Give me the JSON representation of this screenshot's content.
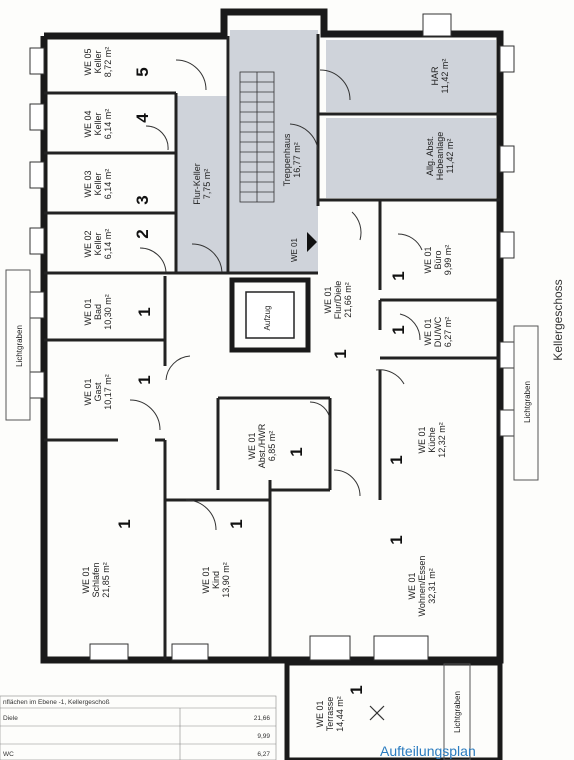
{
  "title": "Kellergeschoss",
  "footer": "Aufteilungsplan",
  "table_heading": "nflächen im Ebene -1, Kellergeschoß",
  "table_rows": [
    {
      "name": "Diele",
      "value": "21,66"
    },
    {
      "name": "",
      "value": "9,99"
    },
    {
      "name": "WC",
      "value": "6,27"
    }
  ],
  "labels": {
    "lichtgraben": "Lichtgraben",
    "aufzug": "Aufzug",
    "we01": "WE 01"
  },
  "rooms": [
    {
      "id": "we05",
      "unit": "WE 05",
      "name": "Keller",
      "area": "8,72 m²",
      "num": "5"
    },
    {
      "id": "we04",
      "unit": "WE 04",
      "name": "Keller",
      "area": "6,14 m²",
      "num": "4"
    },
    {
      "id": "we03",
      "unit": "WE 03",
      "name": "Keller",
      "area": "6,14 m²",
      "num": "3"
    },
    {
      "id": "we02",
      "unit": "WE 02",
      "name": "Keller",
      "area": "6,14 m²",
      "num": "2"
    },
    {
      "id": "flurkeller",
      "unit": "",
      "name": "Flur-Keller",
      "area": "7,75 m²",
      "num": ""
    },
    {
      "id": "treppenhaus",
      "unit": "",
      "name": "Treppenhaus",
      "area": "16,77 m²",
      "num": ""
    },
    {
      "id": "har",
      "unit": "",
      "name": "HAR",
      "area": "11,42 m²",
      "num": ""
    },
    {
      "id": "hebe",
      "unit": "Allg. Abst.",
      "name": "Hebeanlage",
      "area": "11,42 m²",
      "num": ""
    },
    {
      "id": "bad",
      "unit": "WE 01",
      "name": "Bad",
      "area": "10,30 m²",
      "num": "1"
    },
    {
      "id": "gast",
      "unit": "WE 01",
      "name": "Gast",
      "area": "10,17 m²",
      "num": "1"
    },
    {
      "id": "flur",
      "unit": "WE 01",
      "name": "Flur/Diele",
      "area": "21,66 m²",
      "num": "1"
    },
    {
      "id": "buero",
      "unit": "WE 01",
      "name": "Büro",
      "area": "9,99 m²",
      "num": "1"
    },
    {
      "id": "duwc",
      "unit": "WE 01",
      "name": "DU/WC",
      "area": "6,27 m²",
      "num": "1"
    },
    {
      "id": "abst",
      "unit": "WE 01",
      "name": "Abst./HWR",
      "area": "6,85 m²",
      "num": "1"
    },
    {
      "id": "kueche",
      "unit": "WE 01",
      "name": "Küche",
      "area": "12,32 m²",
      "num": "1"
    },
    {
      "id": "schlafen",
      "unit": "WE 01",
      "name": "Schlafen",
      "area": "21,85 m²",
      "num": "1"
    },
    {
      "id": "kind",
      "unit": "WE 01",
      "name": "Kind",
      "area": "13,90 m²",
      "num": "1"
    },
    {
      "id": "wohnen",
      "unit": "WE 01",
      "name": "Wohnen/Essen",
      "area": "32,31 m²",
      "num": "1"
    },
    {
      "id": "terrasse",
      "unit": "WE 01",
      "name": "Terrasse",
      "area": "14,44 m²",
      "num": "1"
    }
  ]
}
